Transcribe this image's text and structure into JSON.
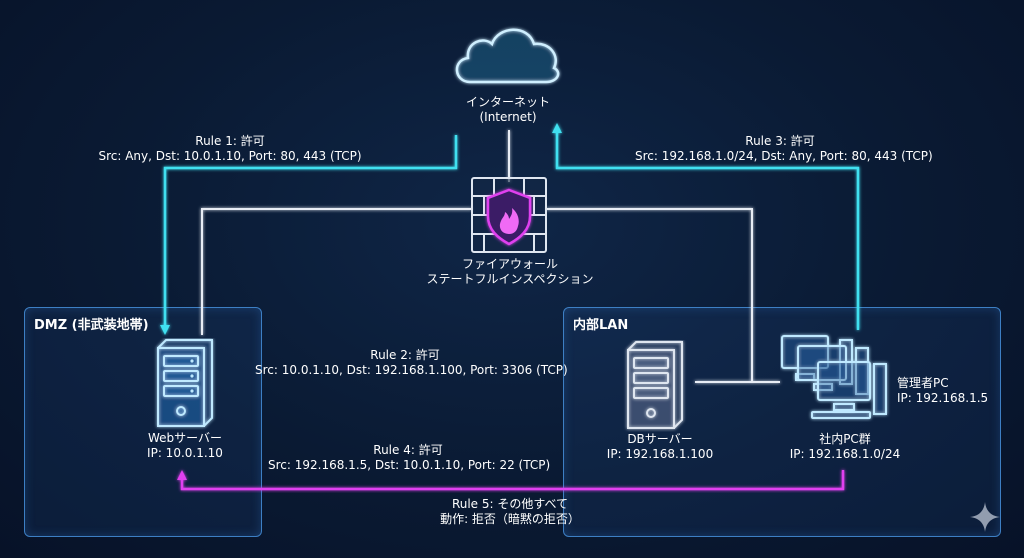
{
  "internet": {
    "name": "インターネット",
    "sub": "(Internet)"
  },
  "firewall": {
    "name": "ファイアウォール",
    "sub": "ステートフルインスペクション"
  },
  "zones": {
    "dmz": {
      "title": "DMZ (非武装地帯)"
    },
    "lan": {
      "title": "内部LAN"
    }
  },
  "nodes": {
    "web": {
      "name": "Webサーバー",
      "ip": "IP: 10.0.1.10"
    },
    "db": {
      "name": "DBサーバー",
      "ip": "IP: 192.168.1.100"
    },
    "pcs": {
      "name": "社内PC群",
      "ip": "IP: 192.168.1.0/24"
    },
    "admin": {
      "name": "管理者PC",
      "ip": "IP: 192.168.1.5"
    }
  },
  "rules": {
    "r1": {
      "title": "Rule 1: 許可",
      "detail": "Src: Any, Dst: 10.0.1.10, Port: 80, 443 (TCP)"
    },
    "r2": {
      "title": "Rule 2: 許可",
      "detail": "Src: 10.0.1.10, Dst: 192.168.1.100, Port: 3306 (TCP)"
    },
    "r3": {
      "title": "Rule 3: 許可",
      "detail": "Src: 192.168.1.0/24, Dst: Any, Port: 80, 443 (TCP)"
    },
    "r4": {
      "title": "Rule 4: 許可",
      "detail": "Src: 192.168.1.5, Dst: 10.0.1.10, Port: 22 (TCP)"
    },
    "r5": {
      "title": "Rule 5: その他すべて",
      "detail": "動作: 拒否（暗黙の拒否）"
    }
  },
  "colors": {
    "allow": "#3fe0f0",
    "internal": "#e040ef",
    "link": "#e8edf5"
  },
  "icons": {
    "cloud": "cloud-icon",
    "firewall": "firewall-shield-icon",
    "server": "server-icon",
    "pcs": "desktop-group-icon",
    "sparkle": "sparkle-icon"
  }
}
